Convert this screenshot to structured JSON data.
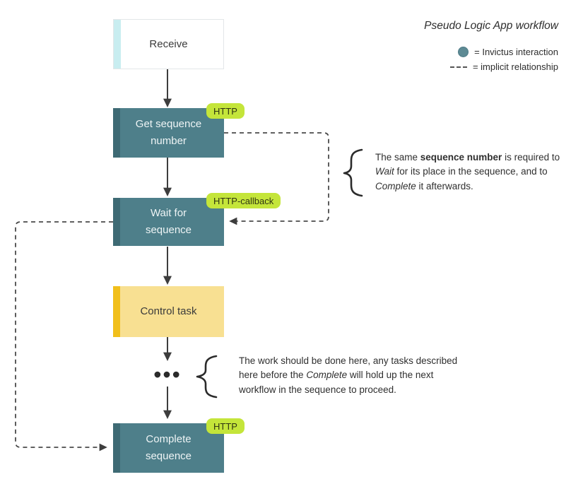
{
  "legend": {
    "title": "Pseudo Logic App workflow",
    "items": [
      {
        "icon": "invictus-dot-icon",
        "label": "= Invictus interaction"
      },
      {
        "icon": "dashed-line-icon",
        "label": "= implicit relationship"
      }
    ]
  },
  "flow": {
    "receive": {
      "label": "Receive"
    },
    "get_sequence": {
      "label": "Get sequence number",
      "badge": "HTTP"
    },
    "wait_sequence": {
      "label": "Wait for sequence",
      "badge": "HTTP-callback"
    },
    "control_task": {
      "label": "Control task"
    },
    "ellipsis": "•••",
    "complete_sequence": {
      "label": "Complete sequence",
      "badge": "HTTP"
    }
  },
  "annotations": {
    "sequence_note": {
      "spans": [
        {
          "text": "The same "
        },
        {
          "text": "sequence number",
          "bold": true
        },
        {
          "text": " is required to "
        },
        {
          "text": "Wait",
          "italic": true
        },
        {
          "text": " for its place in the sequence, and to "
        },
        {
          "text": "Complete",
          "italic": true
        },
        {
          "text": " it afterwards."
        }
      ]
    },
    "work_note": {
      "spans": [
        {
          "text": "The work should be done here, any tasks described here before the "
        },
        {
          "text": "Complete",
          "italic": true
        },
        {
          "text": " will hold up the next workflow in the sequence to proceed."
        }
      ]
    }
  },
  "colors": {
    "invictus_teal": "#4e7f8a",
    "invictus_teal_dark": "#3e6a74",
    "trigger_strip_cyan": "#c8edf0",
    "task_yellow": "#f8e092",
    "task_yellow_dark": "#f1bf1b",
    "badge_green": "#c4e53a",
    "legend_dot_teal": "#5d8a94",
    "line_dark": "#3d3d3d"
  }
}
